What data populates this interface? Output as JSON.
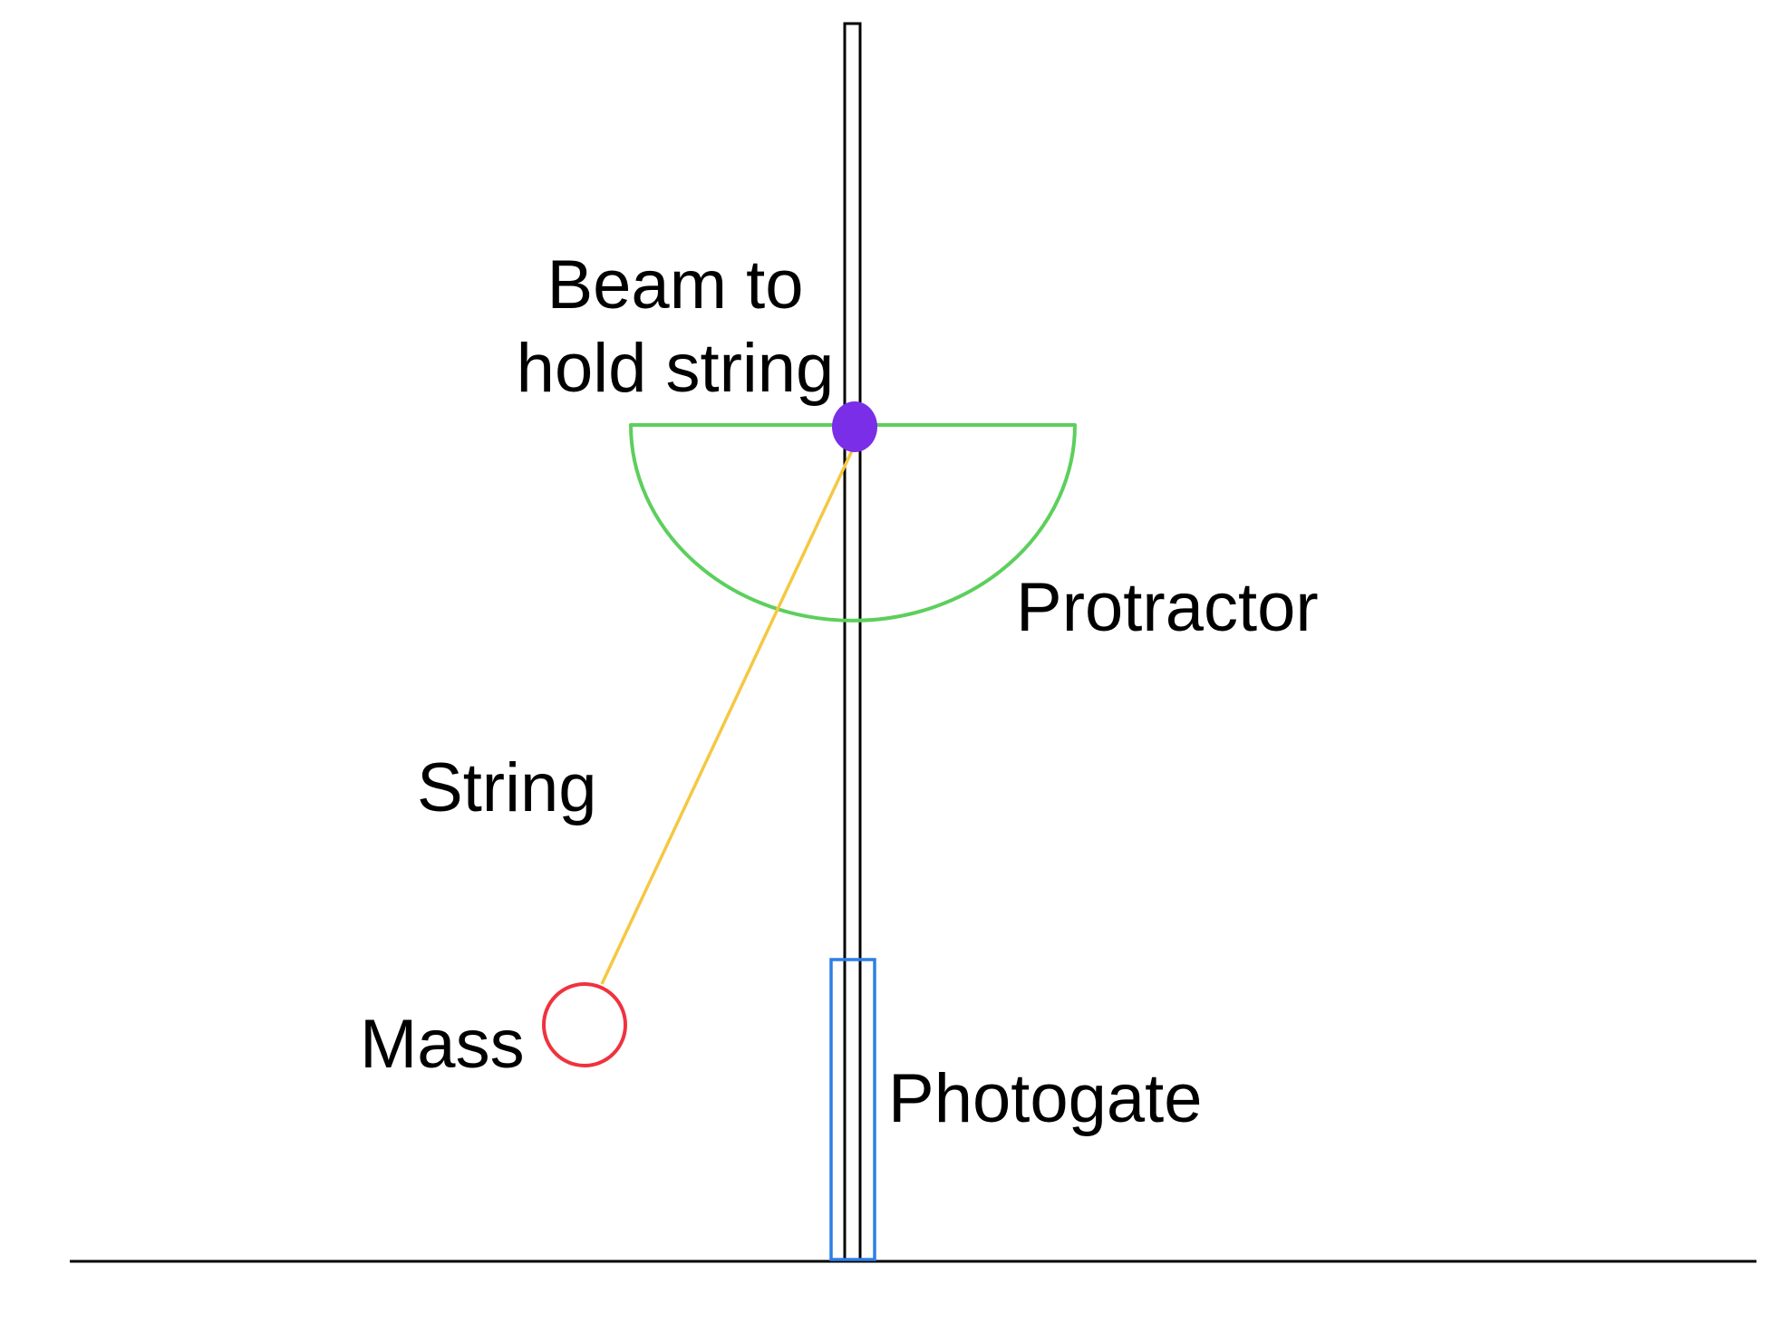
{
  "labels": {
    "beam_line1": "Beam to",
    "beam_line2": "hold string",
    "protractor": "Protractor",
    "string": "String",
    "mass": "Mass",
    "photogate": "Photogate"
  },
  "colors": {
    "background": "#ffffff",
    "beam": "#000000",
    "pivot": "#7a2ee8",
    "protractor": "#5ccf5c",
    "string": "#f5c842",
    "mass": "#f0323e",
    "photogate": "#2d7fe6",
    "ground": "#000000",
    "text": "#000000"
  }
}
